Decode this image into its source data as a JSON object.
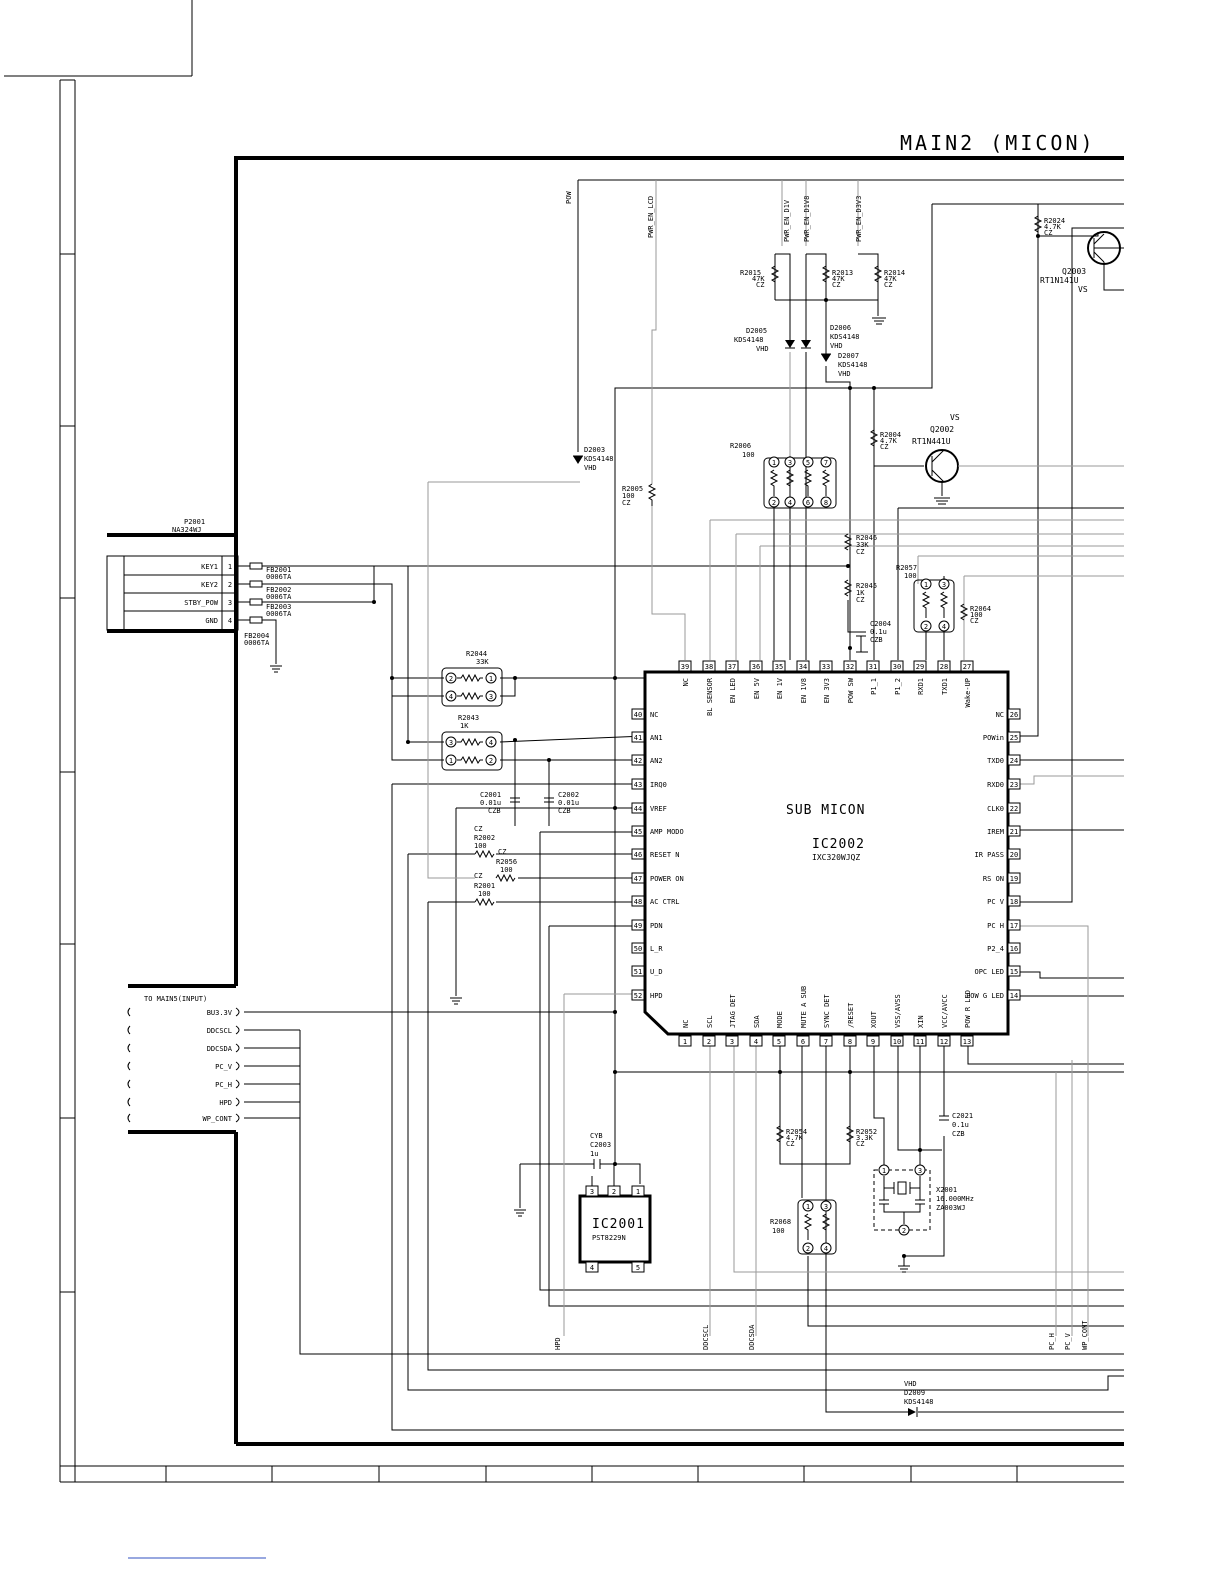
{
  "title": "MAIN2 (MICON)",
  "main_ic": {
    "label": "SUB MICON",
    "ref": "IC2002",
    "part": "IXC320WJQZ",
    "pins_left": [
      {
        "num": "40",
        "name": "NC"
      },
      {
        "num": "41",
        "name": "AN1"
      },
      {
        "num": "42",
        "name": "AN2"
      },
      {
        "num": "43",
        "name": "IRQ0"
      },
      {
        "num": "44",
        "name": "VREF"
      },
      {
        "num": "45",
        "name": "AMP MODO"
      },
      {
        "num": "46",
        "name": "RESET N"
      },
      {
        "num": "47",
        "name": "POWER ON"
      },
      {
        "num": "48",
        "name": "AC CTRL"
      },
      {
        "num": "49",
        "name": "PDN"
      },
      {
        "num": "50",
        "name": "L_R"
      },
      {
        "num": "51",
        "name": "U_D"
      },
      {
        "num": "52",
        "name": "HPD"
      }
    ],
    "pins_right": [
      {
        "num": "26",
        "name": "NC"
      },
      {
        "num": "25",
        "name": "POWin"
      },
      {
        "num": "24",
        "name": "TXD0"
      },
      {
        "num": "23",
        "name": "RXD0"
      },
      {
        "num": "22",
        "name": "CLK0"
      },
      {
        "num": "21",
        "name": "IREM"
      },
      {
        "num": "20",
        "name": "IR PASS"
      },
      {
        "num": "19",
        "name": "RS ON"
      },
      {
        "num": "18",
        "name": "PC V"
      },
      {
        "num": "17",
        "name": "PC H"
      },
      {
        "num": "16",
        "name": "P2_4"
      },
      {
        "num": "15",
        "name": "OPC LED"
      },
      {
        "num": "14",
        "name": "POW G LED"
      }
    ],
    "pins_top": [
      {
        "num": "39",
        "name": "NC"
      },
      {
        "num": "38",
        "name": "BL SENSOR"
      },
      {
        "num": "37",
        "name": "EN LED"
      },
      {
        "num": "36",
        "name": "EN 5V"
      },
      {
        "num": "35",
        "name": "EN 1V"
      },
      {
        "num": "34",
        "name": "EN 1V8"
      },
      {
        "num": "33",
        "name": "EN 3V3"
      },
      {
        "num": "32",
        "name": "POW SW"
      },
      {
        "num": "31",
        "name": "P1_1"
      },
      {
        "num": "30",
        "name": "P1_2"
      },
      {
        "num": "29",
        "name": "RXD1"
      },
      {
        "num": "28",
        "name": "TXD1"
      },
      {
        "num": "27",
        "name": "Wake-UP"
      }
    ],
    "pins_bottom": [
      {
        "num": "1",
        "name": "NC"
      },
      {
        "num": "2",
        "name": "SCL"
      },
      {
        "num": "3",
        "name": "JTAG DET"
      },
      {
        "num": "4",
        "name": "SDA"
      },
      {
        "num": "5",
        "name": "MODE"
      },
      {
        "num": "6",
        "name": "MUTE A SUB"
      },
      {
        "num": "7",
        "name": "SYNC DET"
      },
      {
        "num": "8",
        "name": "/RESET"
      },
      {
        "num": "9",
        "name": "XOUT"
      },
      {
        "num": "10",
        "name": "VSS/AVSS"
      },
      {
        "num": "11",
        "name": "XIN"
      },
      {
        "num": "12",
        "name": "VCC/AVCC"
      },
      {
        "num": "13",
        "name": "POW R LED"
      }
    ]
  },
  "connector_p2001": {
    "ref": "P2001",
    "part": "NA324WJ",
    "pins": [
      {
        "num": "1",
        "name": "KEY1"
      },
      {
        "num": "2",
        "name": "KEY2"
      },
      {
        "num": "3",
        "name": "STBY_POW"
      },
      {
        "num": "4",
        "name": "GND"
      }
    ],
    "ferrites": [
      {
        "ref": "FB2001",
        "part": "0006TA"
      },
      {
        "ref": "FB2002",
        "part": "0006TA"
      },
      {
        "ref": "FB2003",
        "part": "0006TA"
      },
      {
        "ref": "FB2004",
        "part": "0006TA"
      }
    ]
  },
  "to_main5": {
    "title": "TO MAIN5(INPUT)",
    "signals": [
      "BU3.3V",
      "DDCSCL",
      "DDCSDA",
      "PC_V",
      "PC_H",
      "HPD",
      "WP_CONT"
    ]
  },
  "ic2001": {
    "ref": "IC2001",
    "part": "PST8229N",
    "pins": [
      "3",
      "2",
      "1",
      "4",
      "5"
    ]
  },
  "net_labels": {
    "pow": "POW",
    "pwr_en_lcd": "PWR_EN_LCD",
    "pwr_en_d1v": "PWR_EN_D1V",
    "pwr_en_d1v8": "PWR_EN_D1V8",
    "pwr_en_d3v3": "PWR_EN_D3V3",
    "hpd": "HPD",
    "ddcscl": "DDCSCL",
    "ddcsda": "DDCSDA",
    "pc_h": "PC_H",
    "pc_v": "PC_V",
    "wp_cont": "WP_CONT"
  },
  "components": {
    "r2015": [
      "R2015",
      "47K",
      "CZ"
    ],
    "r2013": [
      "R2013",
      "47K",
      "CZ"
    ],
    "r2014": [
      "R2014",
      "47K",
      "CZ"
    ],
    "r2024": [
      "R2024",
      "4.7K",
      "CZ"
    ],
    "q2003": [
      "Q2003",
      "RT1N141U",
      "VS"
    ],
    "d2005": [
      "D2005",
      "KDS4148",
      "VHD"
    ],
    "d2006": [
      "D2006",
      "KDS4148",
      "VHD"
    ],
    "d2007": [
      "D2007",
      "KDS4148",
      "VHD"
    ],
    "d2003": [
      "D2003",
      "KDS4148",
      "VHD"
    ],
    "r2005": [
      "R2005",
      "100",
      "CZ"
    ],
    "r2006": [
      "R2006",
      "100"
    ],
    "r2004": [
      "R2004",
      "4.7K",
      "CZ"
    ],
    "q2002": [
      "VS",
      "Q2002",
      "RT1N441U"
    ],
    "r2046": [
      "R2046",
      "33K",
      "CZ"
    ],
    "r2045": [
      "R2045",
      "1K",
      "CZ"
    ],
    "c2004": [
      "C2004",
      "0.1u",
      "CZB"
    ],
    "r2057": [
      "R2057",
      "100"
    ],
    "r2064": [
      "R2064",
      "100",
      "CZ"
    ],
    "r2044": [
      "R2044",
      "33K"
    ],
    "r2043": [
      "R2043",
      "1K"
    ],
    "c2001": [
      "C2001",
      "0.01u",
      "CZB"
    ],
    "c2002": [
      "C2002",
      "0.01u",
      "CZB"
    ],
    "r2002": [
      "CZ",
      "R2002",
      "100",
      "CZ"
    ],
    "r2056": [
      "R2056",
      "100"
    ],
    "r2001": [
      "CZ",
      "R2001",
      "100"
    ],
    "c2003": [
      "CYB",
      "C2003",
      "1u"
    ],
    "r2054": [
      "R2054",
      "4.7K",
      "CZ"
    ],
    "r2052": [
      "R2052",
      "3.3K",
      "CZ"
    ],
    "c2021": [
      "C2021",
      "0.1u",
      "CZB"
    ],
    "x2001": [
      "X2001",
      "16.000MHz",
      "ZA003WJ"
    ],
    "r2068": [
      "R2068",
      "100"
    ],
    "d2009": [
      "VHD",
      "D2009",
      "KDS4148"
    ]
  }
}
